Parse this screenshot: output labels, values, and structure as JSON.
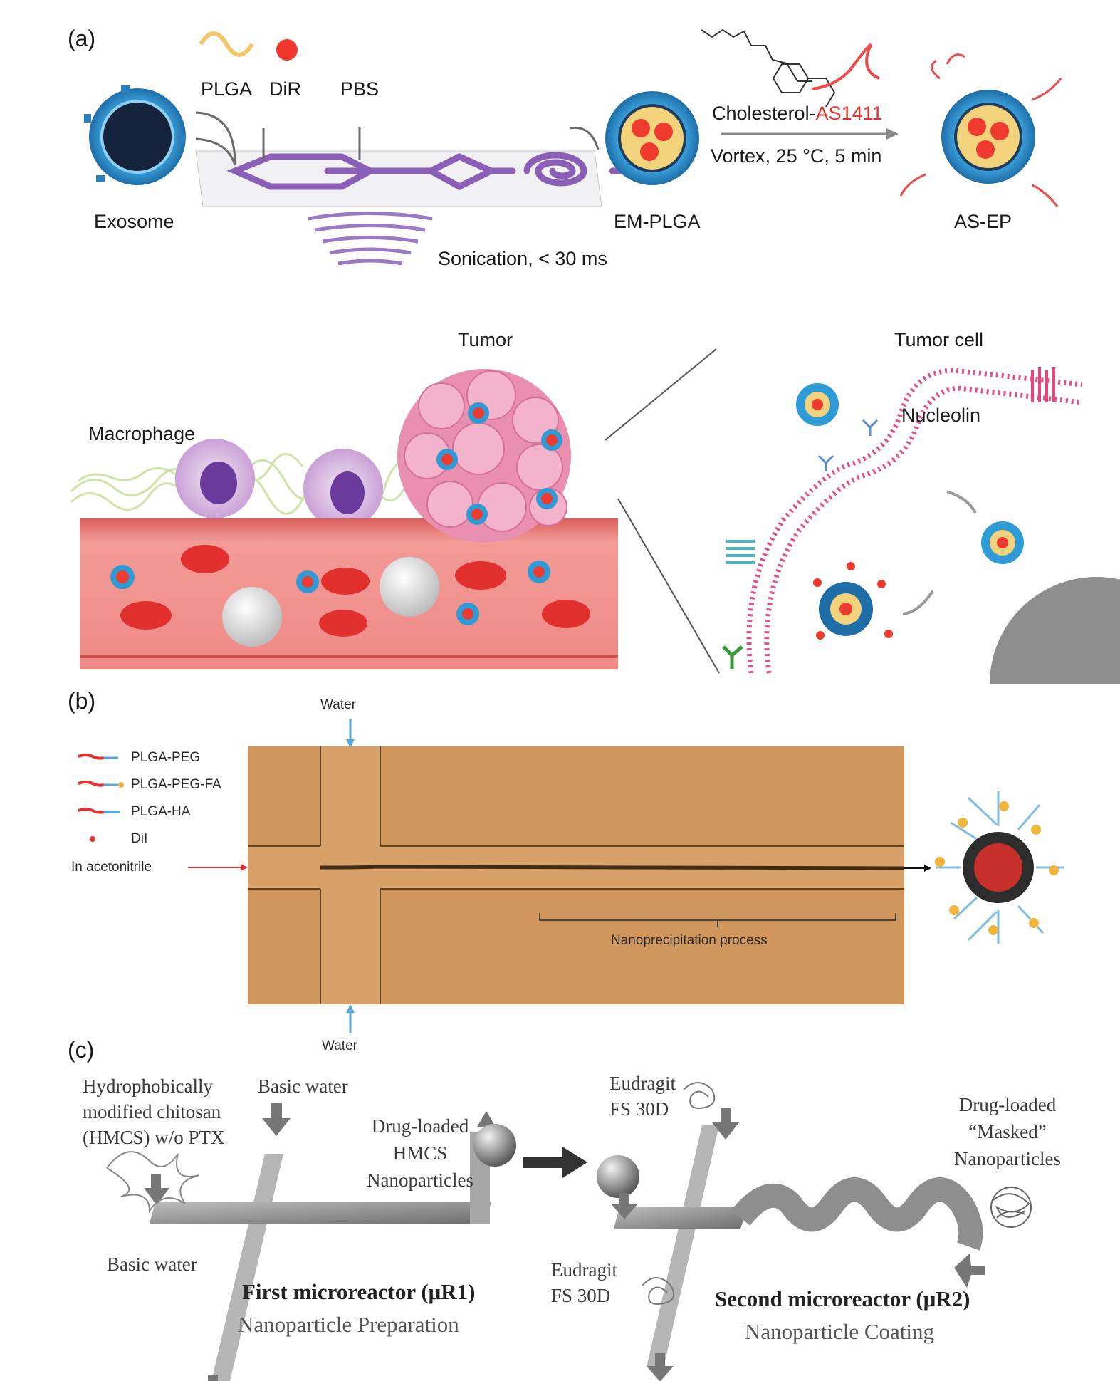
{
  "panel_a": {
    "label": "(a)",
    "inputs": {
      "plga": "PLGA",
      "dir": "DiR",
      "pbs": "PBS"
    },
    "exosome": "Exosome",
    "em_plga": "EM-PLGA",
    "as_ep": "AS-EP",
    "sonication": "Sonication, < 30 ms",
    "reagent_prefix": "Cholesterol-",
    "reagent_highlight": "AS1411",
    "conditions": "Vortex, 25 °C, 5 min",
    "tumor": "Tumor",
    "tumor_cell": "Tumor cell",
    "macrophage": "Macrophage",
    "nucleolin": "Nucleolin",
    "colors": {
      "exosome": "#2f9bd6",
      "channel": "#8b5fb8",
      "vessel": "#ef8a86",
      "tumor": "#e98fb0",
      "membrane": "#e0508c",
      "rbc": "#e2302f"
    }
  },
  "panel_b": {
    "label": "(b)",
    "water_top": "Water",
    "water_bottom": "Water",
    "legend": [
      "PLGA-PEG",
      "PLGA-PEG-FA",
      "PLGA-HA",
      "DiI"
    ],
    "solvent": "In acetonitrile",
    "process": "Nanoprecipitation process",
    "colors": {
      "chip": "#cf955a",
      "channel": "#b9824c"
    }
  },
  "panel_c": {
    "label": "(c)",
    "polymer_line1": "Hydrophobically",
    "polymer_line2": "modified chitosan",
    "polymer_line3": "(HMCS) w/o PTX",
    "basic_water_top": "Basic water",
    "basic_water_bottom": "Basic water",
    "np_line1": "Drug-loaded",
    "np_line2": "HMCS",
    "np_line3": "Nanoparticles",
    "eudragit_top_1": "Eudragit",
    "eudragit_top_2": "FS 30D",
    "eudragit_bottom_1": "Eudragit",
    "eudragit_bottom_2": "FS 30D",
    "masked_line1": "Drug-loaded",
    "masked_line2": "“Masked”",
    "masked_line3": "Nanoparticles",
    "reactor1_title": "First microreactor (μR1)",
    "reactor1_sub": "Nanoparticle Preparation",
    "reactor2_title": "Second microreactor (μR2)",
    "reactor2_sub": "Nanoparticle Coating"
  }
}
